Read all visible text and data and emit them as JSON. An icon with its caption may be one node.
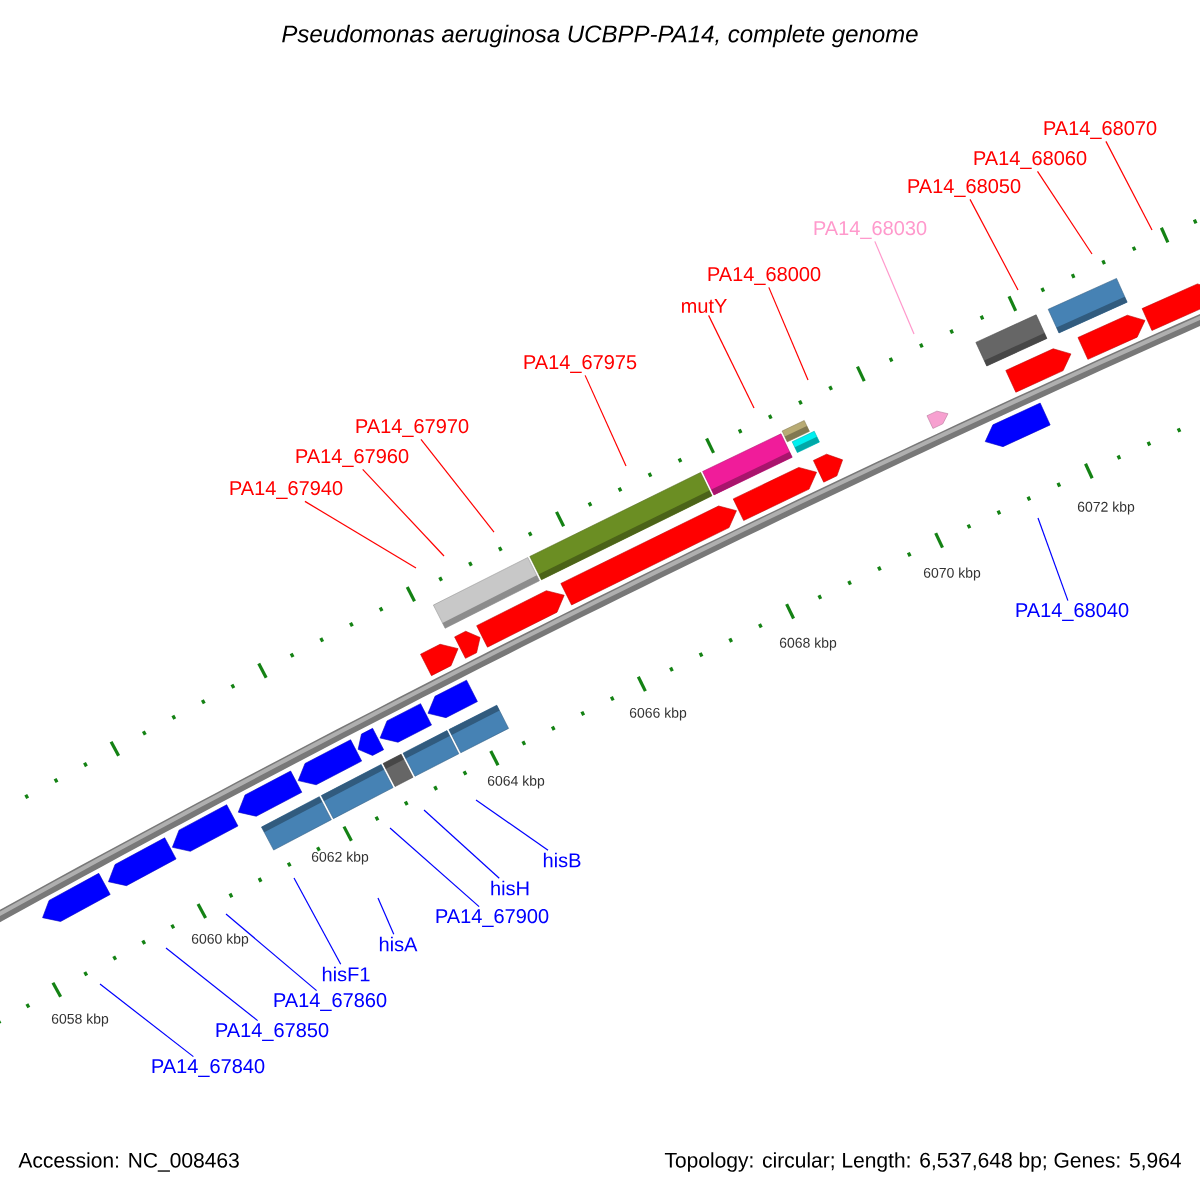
{
  "diagram": {
    "title": "Pseudomonas aeruginosa UCBPP-PA14, complete genome",
    "nodes": [
      {
        "text": [
          "PA14_68070"
        ]
      },
      {
        "text": [
          "PA14_68060"
        ]
      },
      {
        "text": [
          "PA14_68050"
        ]
      },
      {
        "text": [
          "PA14_68030"
        ]
      },
      {
        "text": [
          "PA14_68000"
        ]
      },
      {
        "text": [
          "mutY"
        ]
      },
      {
        "text": [
          "PA14_67975"
        ]
      },
      {
        "text": [
          "PA14_67970"
        ]
      },
      {
        "text": [
          "PA14_67960"
        ]
      },
      {
        "text": [
          "PA14_67940"
        ]
      },
      {
        "text": [
          "PA14_68040"
        ]
      },
      {
        "text": [
          "hisB"
        ]
      },
      {
        "text": [
          "hisH"
        ]
      },
      {
        "text": [
          "PA14_67900"
        ]
      },
      {
        "text": [
          "hisA"
        ]
      },
      {
        "text": [
          "hisF1"
        ]
      },
      {
        "text": [
          "PA14_67860"
        ]
      },
      {
        "text": [
          "PA14_67850"
        ]
      },
      {
        "text": [
          "PA14_67840"
        ]
      }
    ],
    "edges": [
      {
        "from": 0,
        "to": null,
        "arrow": "none",
        "color": "#ff0000"
      },
      {
        "from": 1,
        "to": null,
        "arrow": "none",
        "color": "#ff0000"
      },
      {
        "from": 2,
        "to": null,
        "arrow": "none",
        "color": "#ff0000"
      },
      {
        "from": 3,
        "to": null,
        "arrow": "none",
        "color": "#ff99cc"
      },
      {
        "from": 4,
        "to": null,
        "arrow": "none",
        "color": "#ff0000"
      },
      {
        "from": 5,
        "to": null,
        "arrow": "none",
        "color": "#ff0000"
      },
      {
        "from": 6,
        "to": null,
        "arrow": "none",
        "color": "#ff0000"
      },
      {
        "from": 7,
        "to": null,
        "arrow": "none",
        "color": "#ff0000"
      },
      {
        "from": 8,
        "to": null,
        "arrow": "none",
        "color": "#ff0000"
      },
      {
        "from": 9,
        "to": null,
        "arrow": "none",
        "color": "#ff0000"
      },
      {
        "from": 10,
        "to": null,
        "arrow": "none",
        "color": "#0000ff"
      },
      {
        "from": 11,
        "to": null,
        "arrow": "none",
        "color": "#0000ff"
      },
      {
        "from": 12,
        "to": null,
        "arrow": "none",
        "color": "#0000ff"
      },
      {
        "from": 13,
        "to": null,
        "arrow": "none",
        "color": "#0000ff"
      },
      {
        "from": 14,
        "to": null,
        "arrow": "none",
        "color": "#0000ff"
      },
      {
        "from": 15,
        "to": null,
        "arrow": "none",
        "color": "#0000ff"
      },
      {
        "from": 16,
        "to": null,
        "arrow": "none",
        "color": "#0000ff"
      },
      {
        "from": 17,
        "to": null,
        "arrow": "none",
        "color": "#0000ff"
      },
      {
        "from": 18,
        "to": null,
        "arrow": "none",
        "color": "#0000ff"
      }
    ],
    "labels": [
      "6072 kbp",
      "6070 kbp",
      "6068 kbp",
      "6066 kbp",
      "6064 kbp",
      "6062 kbp",
      "6060 kbp",
      "6058 kbp",
      "Accession: NC_008463",
      "Topology: circular; Length: 6,537,648 bp; Genes: 5,964"
    ]
  }
}
